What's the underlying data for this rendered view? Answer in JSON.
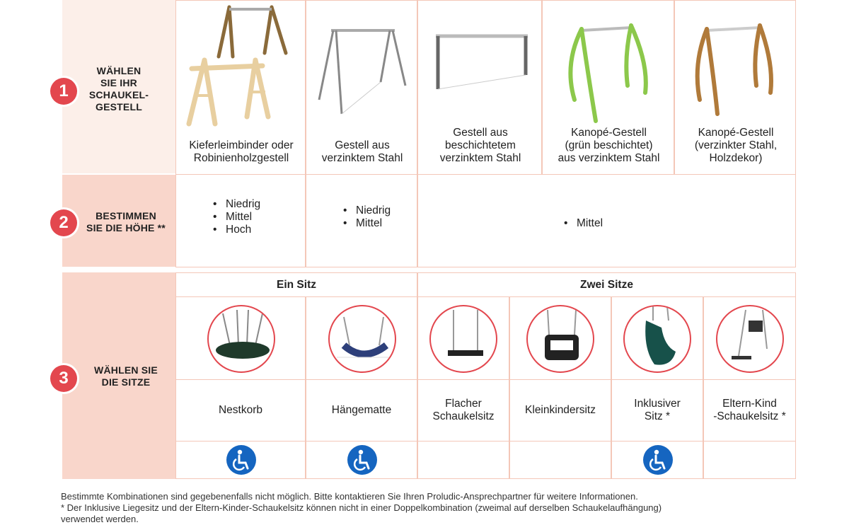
{
  "steps": [
    {
      "number": "1",
      "label": "WÄHLEN\nSIE IHR\nSCHAUKEL-\nGESTELL"
    },
    {
      "number": "2",
      "label": "BESTIMMEN\nSIE DIE HÖHE **"
    },
    {
      "number": "3",
      "label": "WÄHLEN SIE\nDIE SITZE"
    }
  ],
  "frames": [
    {
      "caption": "Kieferleimbinder oder\nRobinienholzgestell",
      "image": "wooden-swing-frames"
    },
    {
      "caption": "Gestell aus\nverzinktem Stahl",
      "image": "galvanized-steel-frame"
    },
    {
      "caption": "Gestell aus\nbeschichtetem\nverzinktem Stahl",
      "image": "coated-steel-frame"
    },
    {
      "caption": "Kanopé-Gestell\n(grün beschichtet)\naus verzinktem Stahl",
      "image": "green-canope-frame"
    },
    {
      "caption": "Kanopé-Gestell\n(verzinkter Stahl,\nHolzdekor)",
      "image": "wood-decor-canope-frame"
    }
  ],
  "heights": [
    [
      "Niedrig",
      "Mittel",
      "Hoch"
    ],
    [
      "Niedrig",
      "Mittel"
    ],
    [
      "Mittel"
    ]
  ],
  "seat_groups": {
    "single": "Ein Sitz",
    "double": "Zwei Sitze"
  },
  "seats": [
    {
      "name": "Nestkorb",
      "accessible": true,
      "image": "nest-basket"
    },
    {
      "name": "Hängematte",
      "accessible": true,
      "image": "hammock"
    },
    {
      "name": "Flacher\nSchaukelsitz",
      "accessible": false,
      "image": "flat-seat"
    },
    {
      "name": "Kleinkindersitz",
      "accessible": false,
      "image": "toddler-seat"
    },
    {
      "name": "Inklusiver\nSitz *",
      "accessible": true,
      "image": "inclusive-seat"
    },
    {
      "name": "Eltern-Kind\n-Schaukelsitz *",
      "accessible": false,
      "image": "parent-child-seat"
    }
  ],
  "icons": {
    "accessibility": "wheelchair-icon"
  },
  "colors": {
    "badge": "#e3474e",
    "strip": "#f9d6cb",
    "panel": "#fcefe9",
    "border": "#f4c7b8",
    "accessibility": "#1565c0"
  },
  "footer": {
    "note": "Bestimmte Kombinationen sind gegebenenfalls nicht möglich. Bitte kontaktieren Sie Ihren Proludic-Ansprechpartner für weitere Informationen.",
    "asterisk": "* Der Inklusive Liegesitz und der Eltern-Kinder-Schaukelsitz können nicht in einer Doppelkombination (zweimal auf derselben Schaukelaufhängung)\n  verwendet werden."
  }
}
